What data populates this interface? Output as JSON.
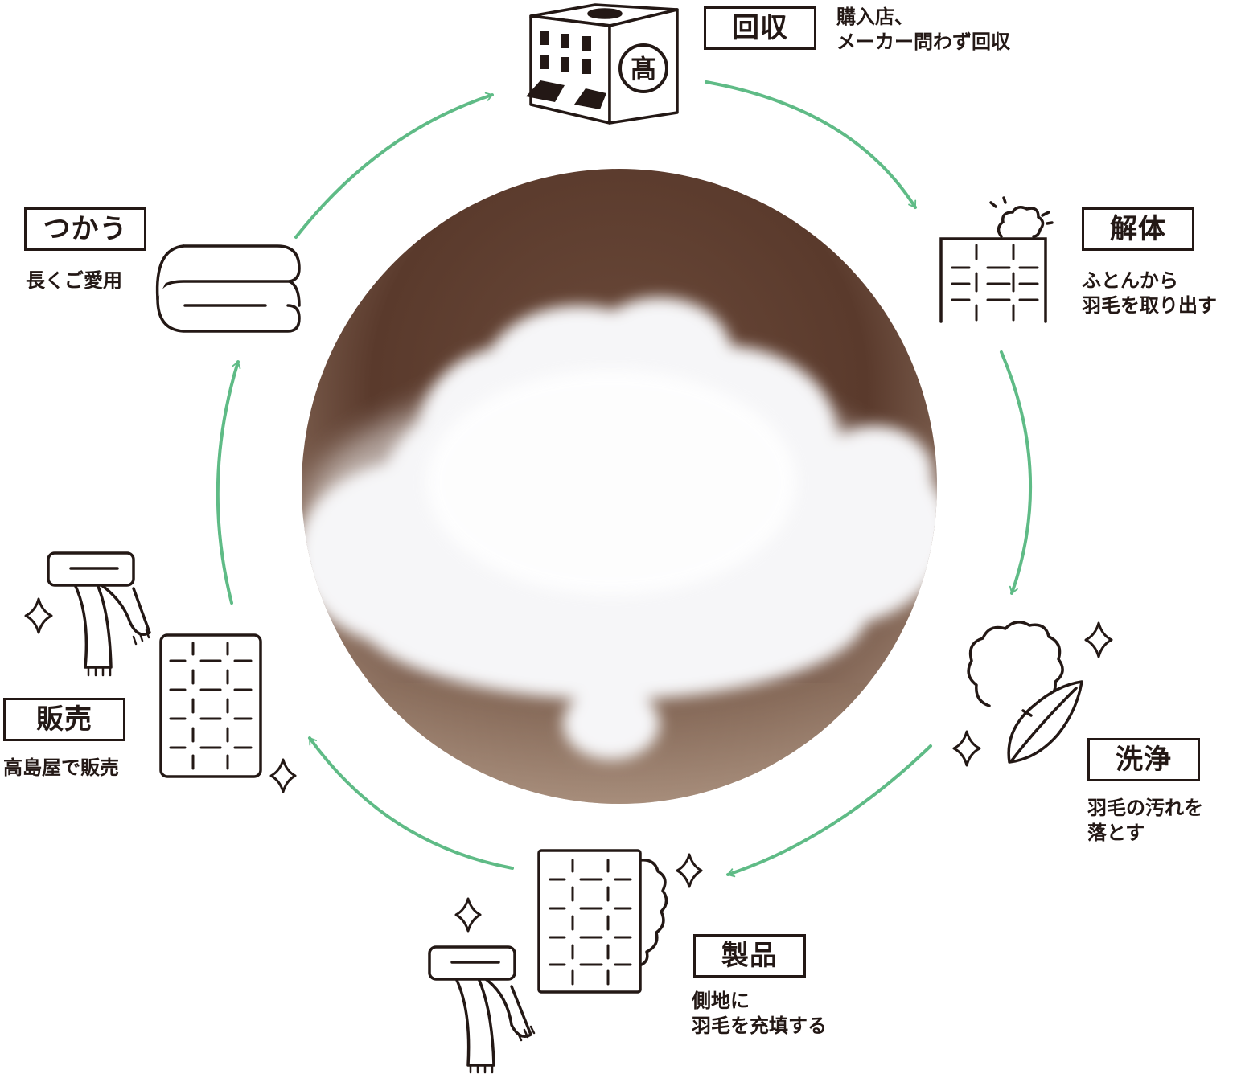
{
  "colors": {
    "arrow": "#5fbb86",
    "ink": "#231815",
    "photo_bg_top": "#5a3a2c",
    "photo_bg_bottom": "#a88e7c",
    "down": "#ffffff"
  },
  "photo": {
    "subject": "white down feather cluster"
  },
  "steps": [
    {
      "id": "kaishu",
      "label": "回収",
      "desc": [
        "購入店、",
        "メーカー問わず回収"
      ],
      "icon": "takashimaya-building-icon"
    },
    {
      "id": "kaitai",
      "label": "解体",
      "desc": [
        "ふとんから",
        "羽毛を取り出す"
      ],
      "icon": "duvet-with-down-icon"
    },
    {
      "id": "senjo",
      "label": "洗浄",
      "desc": [
        "羽毛の汚れを",
        "落とす"
      ],
      "icon": "down-and-feather-icon"
    },
    {
      "id": "seihin",
      "label": "製品",
      "desc": [
        "側地に",
        "羽毛を充填する"
      ],
      "icon": "duvet-and-scarf-icon"
    },
    {
      "id": "hanbai",
      "label": "販売",
      "desc": [
        "高島屋で販売"
      ],
      "icon": "duvet-and-scarf-icon"
    },
    {
      "id": "tsukau",
      "label": "つかう",
      "desc": [
        "長くご愛用"
      ],
      "icon": "folded-futon-icon"
    }
  ]
}
